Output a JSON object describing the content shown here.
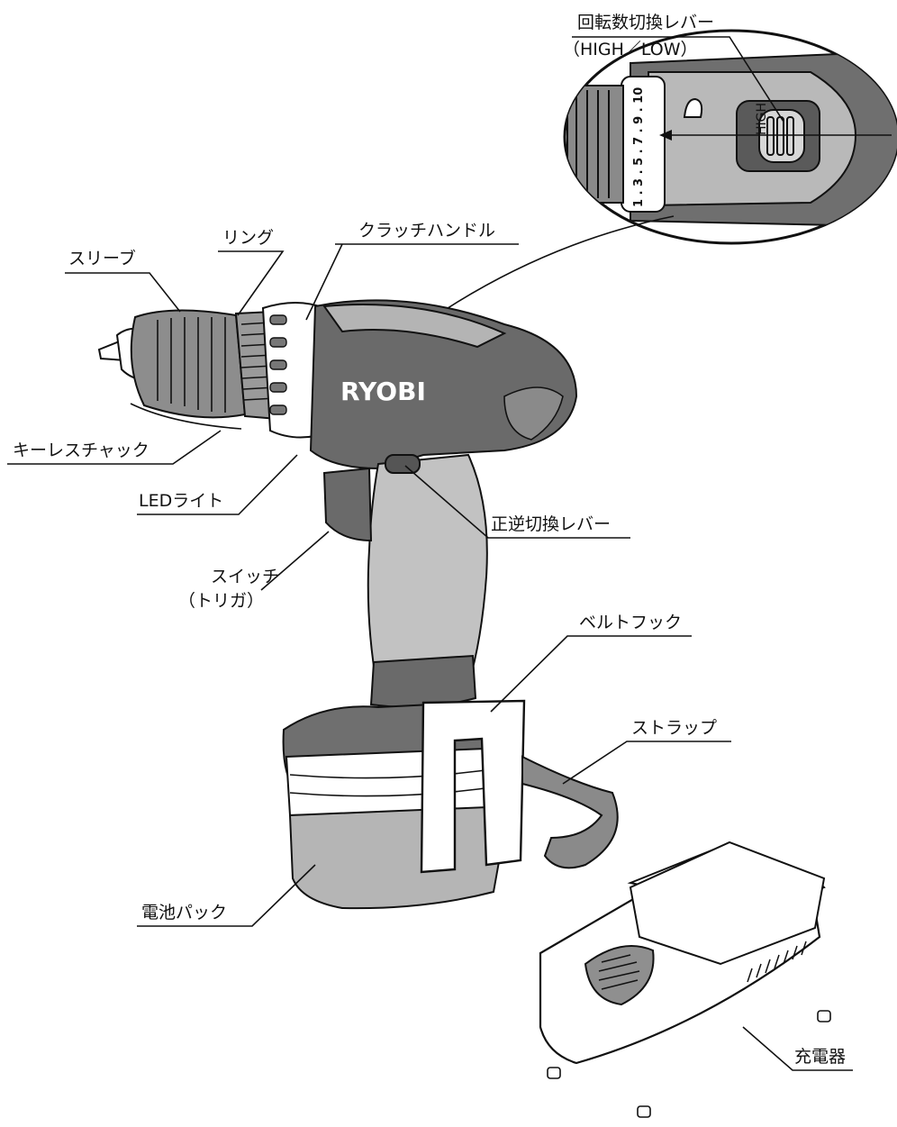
{
  "brand_logo": "RYOBI",
  "labels": {
    "speed_lever": "回転数切換レバー",
    "speed_lever_sub": "（HIGH／LOW）",
    "ring": "リング",
    "clutch_handle": "クラッチハンドル",
    "sleeve": "スリーブ",
    "keyless_chuck": "キーレスチャック",
    "led_light": "LEDライト",
    "reverse_lever": "正逆切換レバー",
    "switch": "スイッチ",
    "switch_sub": "（トリガ）",
    "belt_hook": "ベルトフック",
    "strap": "ストラップ",
    "battery_pack": "電池パック",
    "charger": "充電器"
  },
  "inset": {
    "lever_mark": "HIGH",
    "dial_numbers": "1 . 3 . 5 . 7 . 9 . 10"
  },
  "colors": {
    "dark_gray": "#6a6a6a",
    "mid_gray": "#8f8f8f",
    "light_gray": "#c9c9c9",
    "outline": "#111111"
  }
}
